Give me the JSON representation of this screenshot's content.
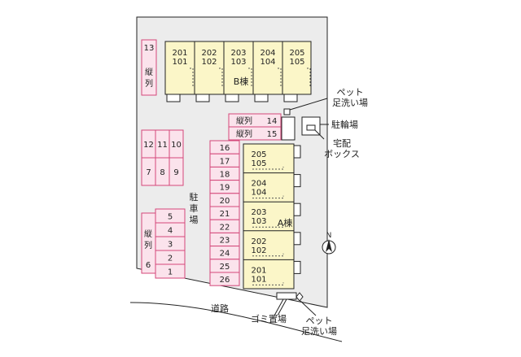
{
  "building_b": {
    "label": "B棟",
    "units": [
      {
        "upper": "201",
        "lower": "101"
      },
      {
        "upper": "202",
        "lower": "102"
      },
      {
        "upper": "203",
        "lower": "103"
      },
      {
        "upper": "204",
        "lower": "104"
      },
      {
        "upper": "205",
        "lower": "105"
      }
    ]
  },
  "building_a": {
    "label": "A棟",
    "units": [
      {
        "upper": "205",
        "lower": "105"
      },
      {
        "upper": "204",
        "lower": "104"
      },
      {
        "upper": "203",
        "lower": "103"
      },
      {
        "upper": "202",
        "lower": "102"
      },
      {
        "upper": "201",
        "lower": "101"
      }
    ]
  },
  "parking": {
    "spot_13": "13",
    "spot_13_label": "縦列",
    "top_block": [
      "12",
      "11",
      "10"
    ],
    "bottom_block": [
      "7",
      "8",
      "9"
    ],
    "column_left": [
      "5",
      "4",
      "3",
      "2",
      "1"
    ],
    "spot_6": "6",
    "spot_6_label": "縦列",
    "row_14": {
      "label": "縦列",
      "number": "14"
    },
    "row_15": {
      "label": "縦列",
      "number": "15"
    },
    "column_main": [
      "16",
      "17",
      "18",
      "19",
      "20",
      "21",
      "22",
      "23",
      "24",
      "25",
      "26"
    ],
    "area_label": "駐車場"
  },
  "facilities": {
    "pet_wash_top": "ペット\n足洗い場",
    "bicycle": "駐輪場",
    "delivery_box": "宅配\nボックス",
    "garbage": "ゴミ置場",
    "pet_wash_bottom": "ペット\n足洗い場"
  },
  "road": "道路",
  "compass": "N",
  "colors": {
    "building_fill": "#fbf6c8",
    "parking_fill": "#fbe3ec",
    "parking_stroke": "#d4477a",
    "lot_fill": "#ececec",
    "line": "#222222"
  }
}
